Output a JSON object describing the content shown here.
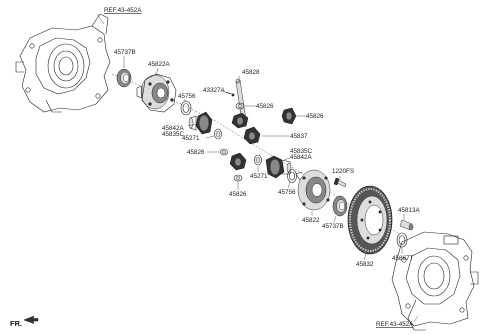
{
  "references": {
    "top": "REF.43-452A",
    "bottom": "REF.43-452A"
  },
  "direction_label": "FR.",
  "parts": {
    "p45737B_top": "45737B",
    "p45822A": "45822A",
    "p45828": "45828",
    "p43327A": "43327A",
    "p45826_a": "45826",
    "p45826_b": "45826",
    "p45756_top": "45756",
    "p45842A_top": "45842A",
    "p45835C_top": "45835C",
    "p45271_top": "45271",
    "p45837": "45837",
    "p45826_c": "45826",
    "p45835C_mid": "45835C",
    "p45842A_mid": "45842A",
    "p1220FS": "1220FS",
    "p45271_mid": "45271",
    "p45756_mid": "45756",
    "p45826_d": "45826",
    "p45822": "45822",
    "p45737B_bot": "45737B",
    "p45813A": "45813A",
    "p45867T": "45867T",
    "p45832": "45832"
  }
}
